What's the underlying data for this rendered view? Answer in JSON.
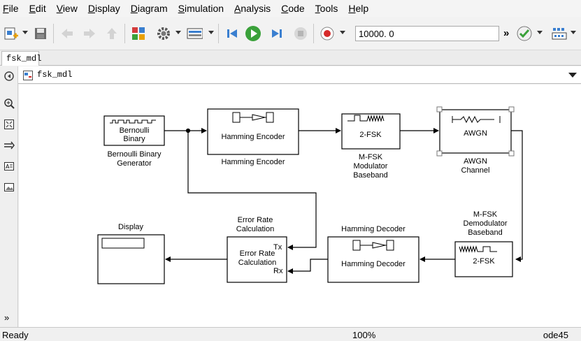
{
  "menu": [
    "File",
    "Edit",
    "View",
    "Display",
    "Diagram",
    "Simulation",
    "Analysis",
    "Code",
    "Tools",
    "Help"
  ],
  "toolbar": {
    "stop_time": "10000. 0",
    "icons": [
      "new-model-icon",
      "save-icon",
      "back-icon",
      "forward-icon",
      "up-icon",
      "library-browser-icon",
      "model-config-icon",
      "model-explorer-icon",
      "step-back-icon",
      "run-icon",
      "step-forward-icon",
      "stop-icon",
      "record-icon",
      "more-icon",
      "check-icon",
      "build-icon"
    ]
  },
  "tab": {
    "label": "fsk_mdl"
  },
  "address": {
    "model_name": "fsk_mdl"
  },
  "palette": {
    "icons": [
      "hide-show-explorer-icon",
      "zoom-icon",
      "fit-to-view-icon",
      "arrow-icon",
      "annotation-icon",
      "image-icon"
    ],
    "more": "»"
  },
  "blocks": {
    "bernoulli": {
      "line1": "Bernoulli",
      "line2": "Binary",
      "name1": "Bernoulli Binary",
      "name2": "Generator"
    },
    "ham_enc": {
      "inner": "Hamming Encoder",
      "name": "Hamming Encoder"
    },
    "fsk_mod": {
      "inner": "2-FSK",
      "name1": "M-FSK",
      "name2": "Modulator",
      "name3": "Baseband"
    },
    "awgn": {
      "inner": "AWGN",
      "name1": "AWGN",
      "name2": "Channel"
    },
    "fsk_demod": {
      "inner": "2-FSK",
      "name1": "M-FSK",
      "name2": "Demodulator",
      "name3": "Baseband"
    },
    "ham_dec": {
      "inner": "Hamming Decoder",
      "name": "Hamming Decoder"
    },
    "err": {
      "line1": "Error Rate",
      "line2": "Calculation",
      "port_tx": "Tx",
      "port_rx": "Rx",
      "name1": "Error Rate",
      "name2": "Calculation"
    },
    "display": {
      "name": "Display"
    }
  },
  "status": {
    "left": "Ready",
    "zoom": "100%",
    "solver": "ode45"
  }
}
